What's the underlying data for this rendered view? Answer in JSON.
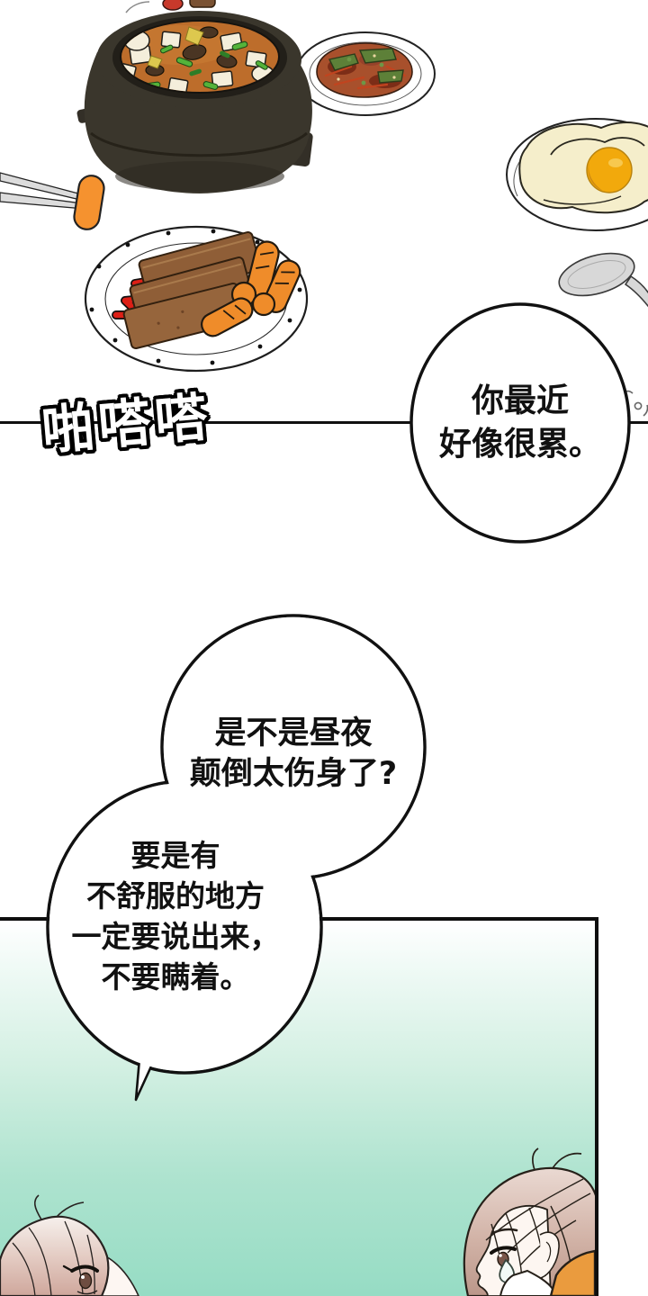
{
  "scene": "manhwa breakfast panel",
  "sfx": {
    "text": "啪嗒嗒"
  },
  "bubbles": {
    "b1": {
      "lines": [
        "你最近",
        "好像很累。"
      ]
    },
    "b2": {
      "lines": [
        "是不是昼夜",
        "颠倒太伤身了?"
      ]
    },
    "b3": {
      "lines": [
        "要是有",
        "不舒服的地方",
        "一定要说出来，",
        "不要瞒着。"
      ]
    }
  },
  "food_items": [
    "stone-pot-stew",
    "kimchi-plate",
    "fried-egg-plate",
    "spoon",
    "chopsticks-with-sausage",
    "spam-and-sausage-plate"
  ],
  "characters": [
    "left-character-light-hair",
    "right-character-brown-hair"
  ],
  "palette": {
    "line_black": "#101010",
    "pot_body": "#3a362c",
    "stew_broth": "#bd6d2b",
    "sausage_orange": "#ef8c2a",
    "ketchup_red": "#dd1f16",
    "egg_yolk": "#f2a90c",
    "panel_green_bottom": "#96dcc4",
    "panel_green_top": "#ffffff",
    "hair_left": "#cfa79c",
    "hair_right": "#bb978a",
    "garment_orange": "#ea9b3e"
  }
}
